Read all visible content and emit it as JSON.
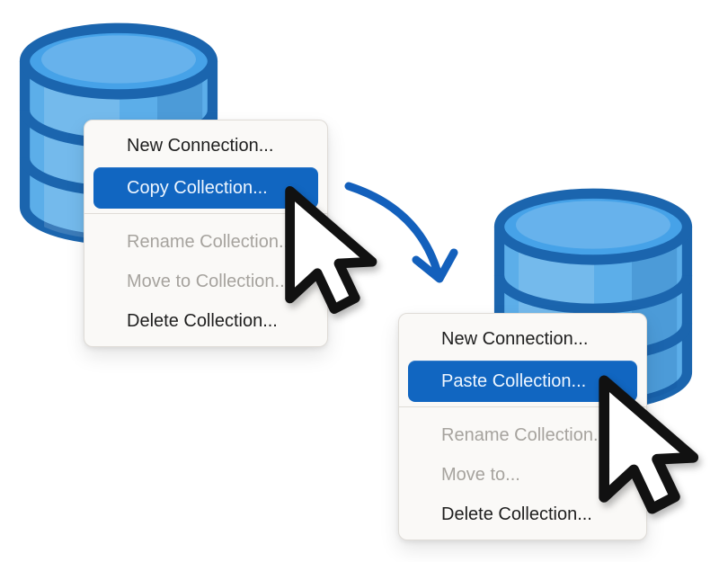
{
  "colors": {
    "background": "#ffffff",
    "highlight_blue": "#1166c1",
    "menu_bg": "#faf9f7",
    "menu_border": "#dfdcd7",
    "text_dark": "#1e1e1e",
    "text_disabled": "#a6a39e",
    "text_highlight": "#eef6ff",
    "db_fill": "#5caee9",
    "db_top_fill": "#46a2e8",
    "db_outline": "#1b65ae",
    "arrow_blue": "#1360bc",
    "cursor_fill": "#ffffff",
    "cursor_outline": "#111111"
  },
  "left_menu": {
    "items": [
      {
        "label": "New Connection...",
        "state": "normal"
      },
      {
        "label": "Copy Collection...",
        "state": "highlighted"
      },
      {
        "label": "Rename Collection...",
        "state": "disabled"
      },
      {
        "label": "Move to Collection...",
        "state": "disabled"
      },
      {
        "label": "Delete Collection...",
        "state": "normal"
      }
    ]
  },
  "right_menu": {
    "items": [
      {
        "label": "New Connection...",
        "state": "normal"
      },
      {
        "label": "Paste Collection...",
        "state": "highlighted"
      },
      {
        "label": "Rename Collection...",
        "state": "disabled"
      },
      {
        "label": "Move to...",
        "state": "disabled"
      },
      {
        "label": "Delete Collection...",
        "state": "normal"
      }
    ]
  },
  "icons": {
    "left_database": "database-icon",
    "right_database": "database-icon",
    "arrow": "curved-arrow-icon",
    "left_cursor": "mouse-cursor-icon",
    "right_cursor": "mouse-cursor-icon"
  }
}
